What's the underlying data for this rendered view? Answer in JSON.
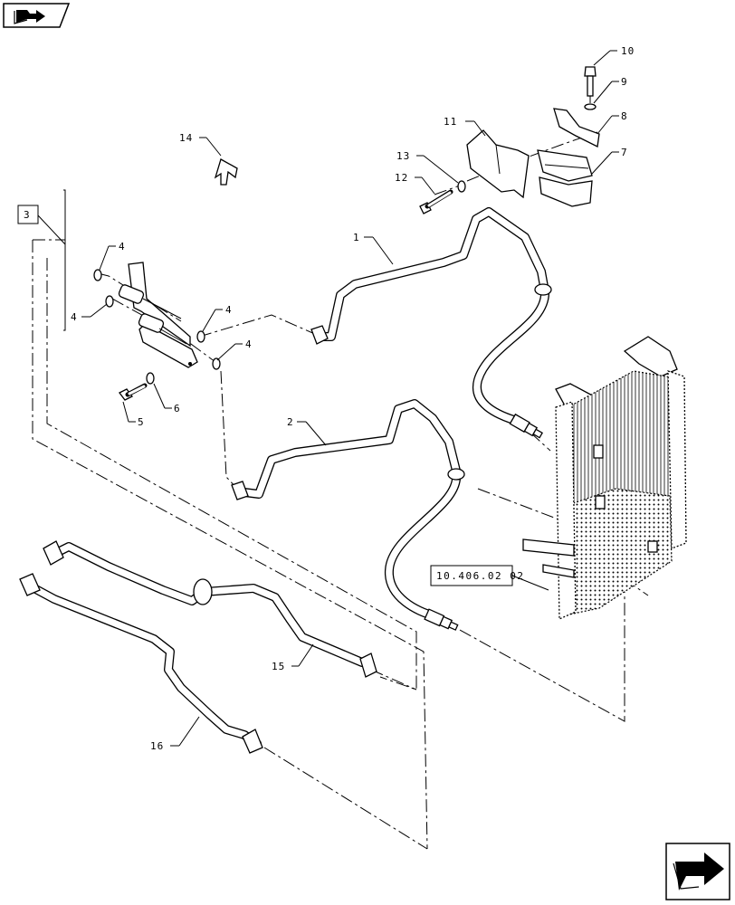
{
  "nav": {
    "top_icon": "book-arrow-icon",
    "bottom_icon": "next-arrow-icon"
  },
  "reference": {
    "box_label": "10.406.02 02"
  },
  "group_box": {
    "label": "3"
  },
  "callouts": {
    "c1": "1",
    "c2": "2",
    "c4a": "4",
    "c4b": "4",
    "c4c": "4",
    "c4d": "4",
    "c5": "5",
    "c6": "6",
    "c7": "7",
    "c8": "8",
    "c9": "9",
    "c10": "10",
    "c11": "11",
    "c12": "12",
    "c13": "13",
    "c14": "14",
    "c15": "15",
    "c16": "16"
  },
  "colors": {
    "ink": "#000000",
    "paper": "#ffffff"
  }
}
